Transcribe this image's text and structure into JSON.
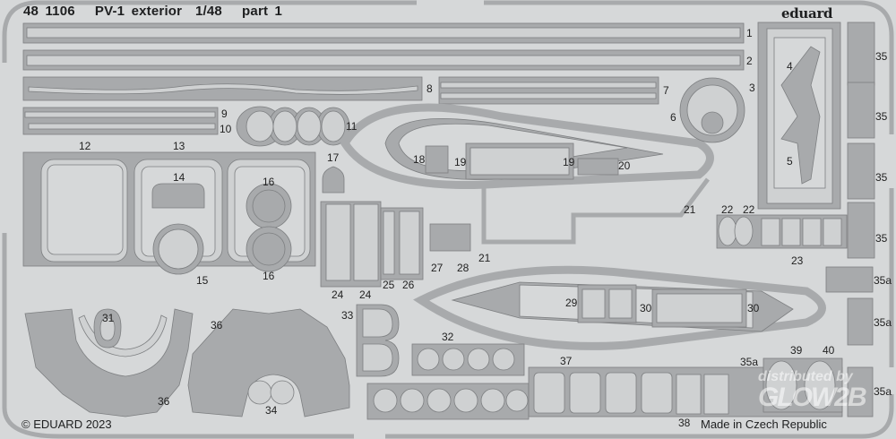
{
  "sheet": {
    "title": "48 1106   PV-1 exterior  1/48   part 1",
    "brand": "eduard",
    "copyright": "© EDUARD 2023",
    "origin": "Made in Czech Republic",
    "watermark": {
      "line1": "distributed by",
      "line2": "GLOW2B"
    }
  },
  "colors": {
    "sheet": "#d6d8d9",
    "part": "#a8aaac",
    "part_edge": "#7d7f81",
    "inner": "#cfd1d2"
  },
  "labels": [
    "1",
    "2",
    "3",
    "4",
    "5",
    "6",
    "7",
    "8",
    "9",
    "10",
    "11",
    "12",
    "13",
    "14",
    "15",
    "16",
    "16",
    "17",
    "18",
    "19",
    "19",
    "20",
    "21",
    "21",
    "22",
    "22",
    "23",
    "24",
    "24",
    "25",
    "26",
    "27",
    "28",
    "29",
    "30",
    "30",
    "31",
    "32",
    "33",
    "34",
    "35",
    "35",
    "35",
    "35",
    "35a",
    "35a",
    "35a",
    "35a",
    "36",
    "36",
    "37",
    "38",
    "39",
    "40"
  ]
}
